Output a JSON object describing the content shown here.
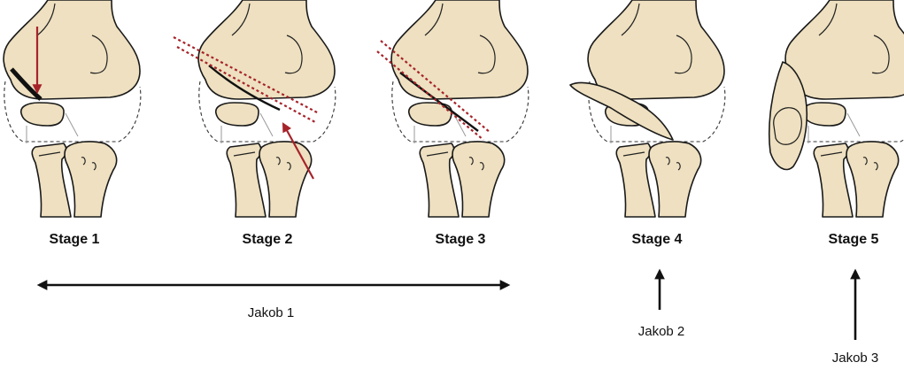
{
  "stages": [
    {
      "label": "Stage 1"
    },
    {
      "label": "Stage 2"
    },
    {
      "label": "Stage 3"
    },
    {
      "label": "Stage 4"
    },
    {
      "label": "Stage 5"
    }
  ],
  "jakob": [
    {
      "label": "Jakob 1",
      "spans_stages": [
        "Stage 1",
        "Stage 2",
        "Stage 3"
      ]
    },
    {
      "label": "Jakob 2",
      "points_to": "Stage 4"
    },
    {
      "label": "Jakob 3",
      "points_to": "Stage 5"
    }
  ],
  "colors": {
    "bone": "#eee0c0",
    "outline": "#1a1a1a",
    "fracture_arrow": "#a6232a",
    "capsule": "#333333"
  }
}
